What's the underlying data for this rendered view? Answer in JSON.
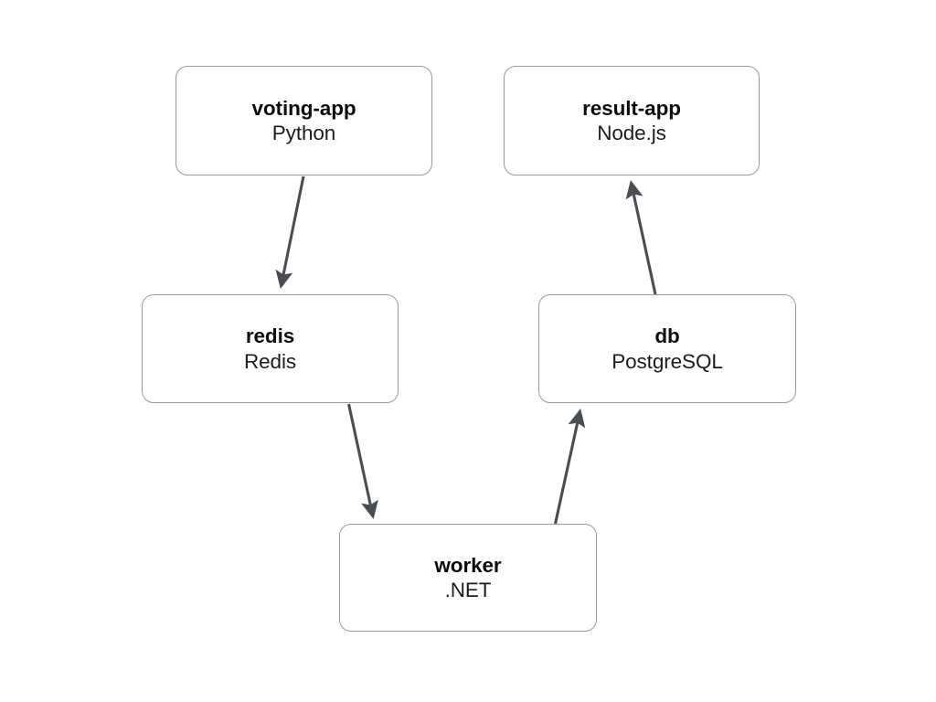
{
  "diagram": {
    "type": "service-architecture",
    "background_color": "#ffffff",
    "node_stroke_color": "#9a9a9e",
    "node_fill_color": "#ffffff",
    "edge_color": "#4a4e54",
    "nodes": [
      {
        "id": "voting-app",
        "title": "voting-app",
        "subtitle": "Python"
      },
      {
        "id": "result-app",
        "title": "result-app",
        "subtitle": "Node.js"
      },
      {
        "id": "redis",
        "title": "redis",
        "subtitle": "Redis"
      },
      {
        "id": "db",
        "title": "db",
        "subtitle": "PostgreSQL"
      },
      {
        "id": "worker",
        "title": "worker",
        "subtitle": ".NET"
      }
    ],
    "edges": [
      {
        "from": "voting-app",
        "to": "redis"
      },
      {
        "from": "redis",
        "to": "worker"
      },
      {
        "from": "worker",
        "to": "db"
      },
      {
        "from": "db",
        "to": "result-app"
      }
    ]
  }
}
